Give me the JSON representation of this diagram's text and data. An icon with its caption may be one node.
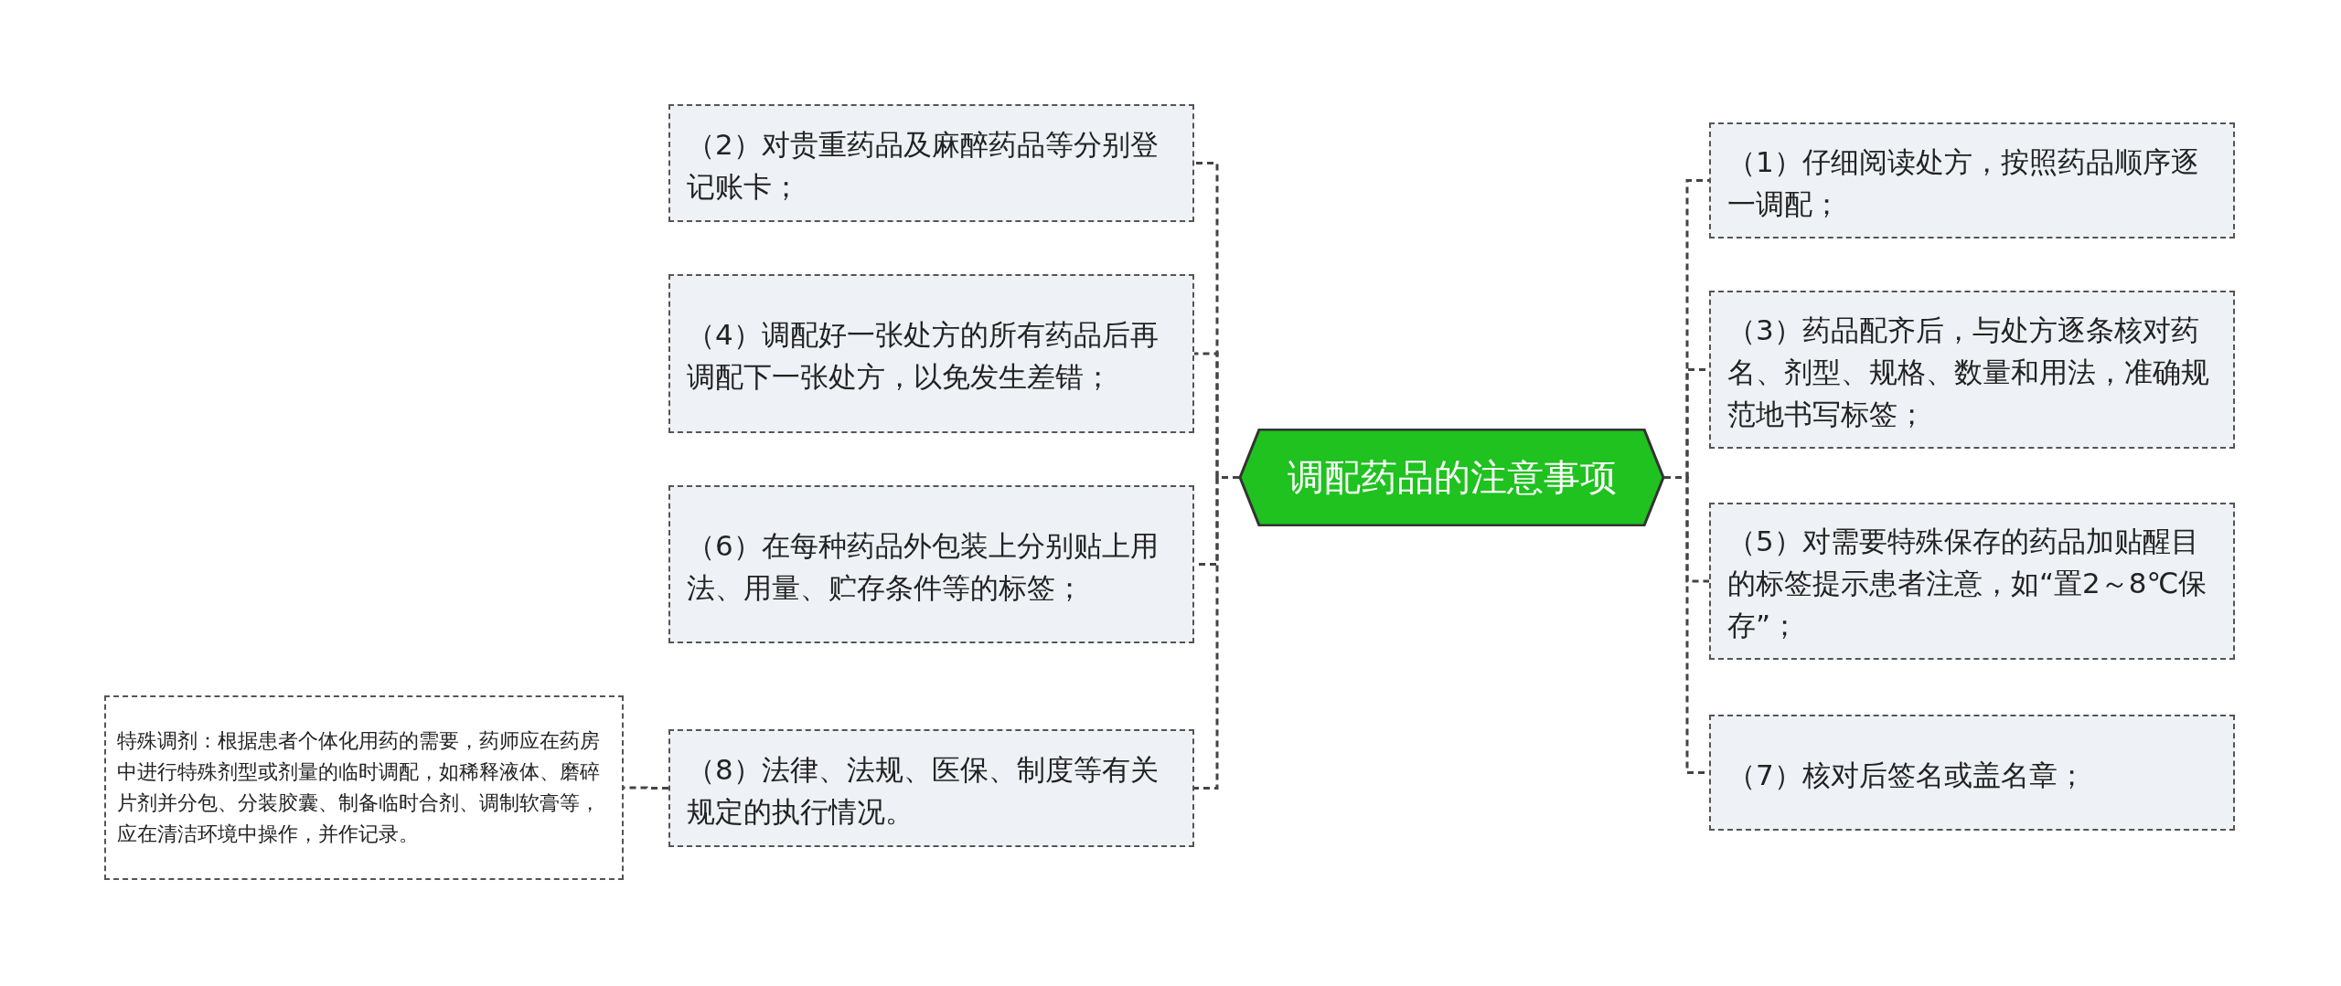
{
  "diagram": {
    "nodes": [
      {
        "text": [
          "调配药品的注意事项"
        ]
      },
      {
        "text": [
          "（1）仔细阅读处方，按照药品顺序逐一调配；"
        ]
      },
      {
        "text": [
          "（2）对贵重药品及麻醉药品等分别登记账卡；"
        ]
      },
      {
        "text": [
          "（3）药品配齐后，与处方逐条核对药名、剂型、规格、数量和用法，准确规范地书写标签；"
        ]
      },
      {
        "text": [
          "（4）调配好一张处方的所有药品后再调配下一张处方，以免发生差错；"
        ]
      },
      {
        "text": [
          "（5）对需要特殊保存的药品加贴醒目的标签提示患者注意，如“置2～8℃保存”；"
        ]
      },
      {
        "text": [
          "（6）在每种药品外包装上分别贴上用法、用量、贮存条件等的标签；"
        ]
      },
      {
        "text": [
          "（7）核对后签名或盖名章；"
        ]
      },
      {
        "text": [
          "（8）法律、法规、医保、制度等有关规定的执行情况。"
        ]
      },
      {
        "text": [
          "特殊调剂：根据患者个体化用药的需要，药师应在药房中进行特殊剂型或剂量的临时调配，如稀释液体、磨碎片剂并分包、分装胶囊、制备临时合剂、调制软膏等，应在清洁环境中操作，并作记录。"
        ]
      }
    ],
    "edges": [
      {
        "from": 0,
        "to": 1,
        "arrow": "none",
        "style": "dashed"
      },
      {
        "from": 0,
        "to": 2,
        "arrow": "none",
        "style": "dashed"
      },
      {
        "from": 0,
        "to": 3,
        "arrow": "none",
        "style": "dashed"
      },
      {
        "from": 0,
        "to": 4,
        "arrow": "none",
        "style": "dashed"
      },
      {
        "from": 0,
        "to": 5,
        "arrow": "none",
        "style": "dashed"
      },
      {
        "from": 0,
        "to": 6,
        "arrow": "none",
        "style": "dashed"
      },
      {
        "from": 0,
        "to": 7,
        "arrow": "none",
        "style": "dashed"
      },
      {
        "from": 0,
        "to": 8,
        "arrow": "none",
        "style": "dashed"
      },
      {
        "from": 8,
        "to": 9,
        "arrow": "none",
        "style": "dashed"
      }
    ]
  }
}
